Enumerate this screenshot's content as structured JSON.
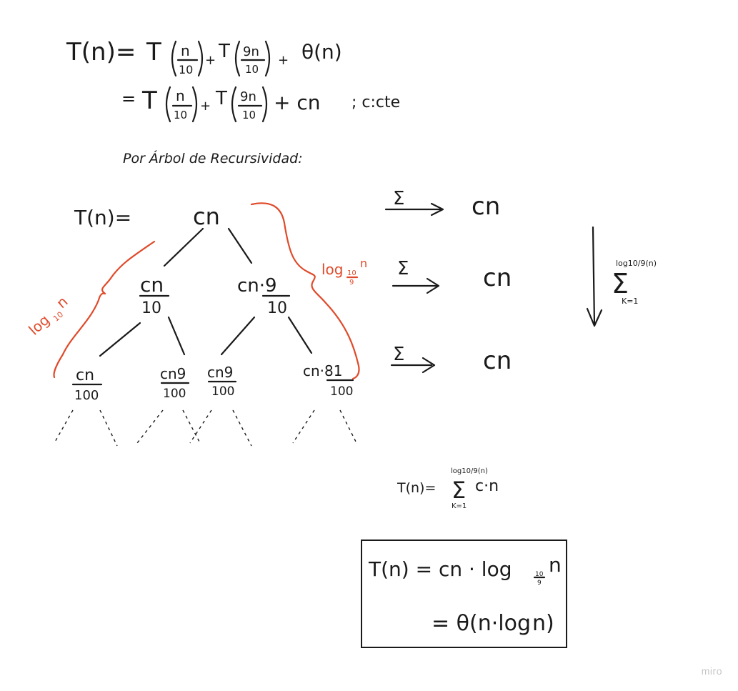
{
  "equations": {
    "line1": {
      "lhs": "T(n)=",
      "t1_pre": "T",
      "t1_num": "n",
      "t1_den": "10",
      "plus1": "+",
      "t2_pre": "T",
      "t2_num": "9n",
      "t2_den": "10",
      "plus2": "+",
      "theta": "θ(n)"
    },
    "line2": {
      "eq": "=",
      "t1_pre": "T",
      "t1_num": "n",
      "t1_den": "10",
      "plus1": "+",
      "t2_pre": "T",
      "t2_num": "9n",
      "t2_den": "10",
      "tail": "+ cn",
      "note": "; c:cte"
    }
  },
  "subtitle": "Por Árbol de Recursividad:",
  "tree": {
    "root_label": "T(n)=",
    "root": "cn",
    "l1_left_num": "cn",
    "l1_left_den": "10",
    "l1_right_num": "cn·9",
    "l1_right_den": "10",
    "l2": [
      {
        "num": "cn",
        "den": "100"
      },
      {
        "num": "cn9",
        "den": "100"
      },
      {
        "num": "cn9",
        "den": "100"
      },
      {
        "num": "cn·81",
        "den": "100"
      }
    ],
    "left_depth_log": "log",
    "left_depth_base": "10",
    "left_depth_arg": "n",
    "right_depth_log": "log",
    "right_depth_base_num": "10",
    "right_depth_base_den": "9",
    "right_depth_arg": "n"
  },
  "levels": [
    {
      "sigma": "Σ",
      "value": "cn"
    },
    {
      "sigma": "Σ",
      "value": "cn"
    },
    {
      "sigma": "Σ",
      "value": "cn"
    }
  ],
  "side_sum": {
    "upper": "log10/9(n)",
    "symbol": "Σ",
    "lower": "K=1"
  },
  "sum_formula": {
    "lhs": "T(n)=",
    "upper": "log10/9(n)",
    "symbol": "Σ",
    "lower": "K=1",
    "body": "c·n"
  },
  "result": {
    "line1_lhs": "T(n) = cn · log",
    "line1_base_num": "10",
    "line1_base_den": "9",
    "line1_arg": "n",
    "line2_pre": "= θ(n·log",
    "line2_sub": "",
    "line2_post": "n)"
  },
  "watermark": "miro",
  "colors": {
    "ink": "#1a1a1a",
    "accent": "#e04a2a",
    "watermark": "#c7c7c7"
  }
}
